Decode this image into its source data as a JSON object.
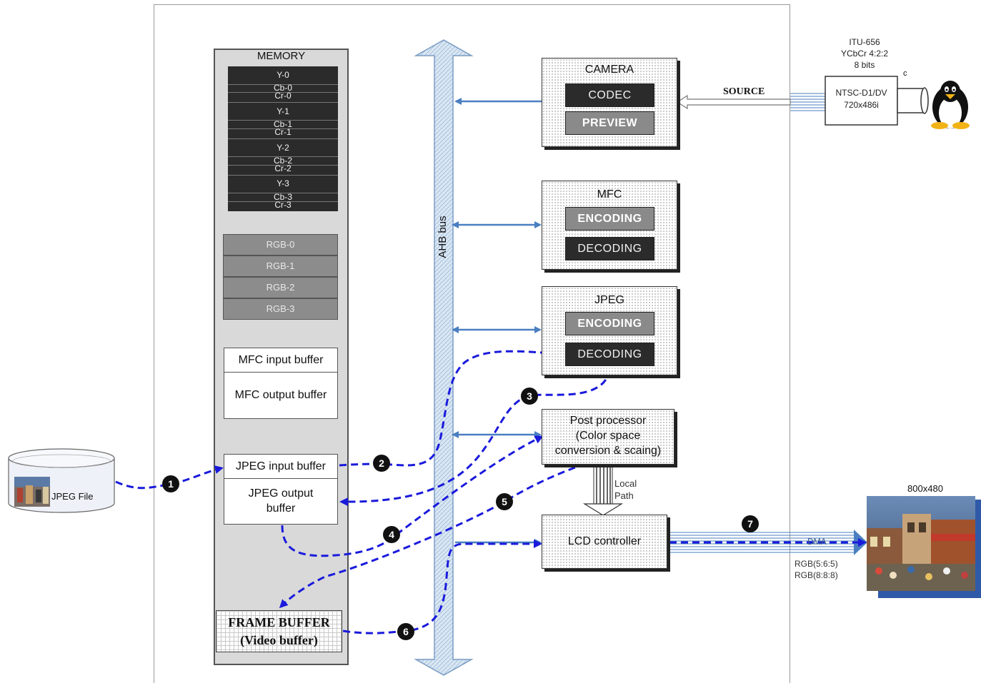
{
  "memory": {
    "title": "MEMORY",
    "yuv": [
      {
        "y": "Y-0",
        "cb": "Cb-0",
        "cr": "Cr-0"
      },
      {
        "y": "Y-1",
        "cb": "Cb-1",
        "cr": "Cr-1"
      },
      {
        "y": "Y-2",
        "cb": "Cb-2",
        "cr": "Cr-2"
      },
      {
        "y": "Y-3",
        "cb": "Cb-3",
        "cr": "Cr-3"
      }
    ],
    "rgb": [
      "RGB-0",
      "RGB-1",
      "RGB-2",
      "RGB-3"
    ],
    "mfc_input_buffer": "MFC input buffer",
    "mfc_output_buffer": "MFC output buffer",
    "jpeg_input_buffer": "JPEG input buffer",
    "jpeg_output_buffer_line1": "JPEG output",
    "jpeg_output_buffer_line2": "buffer",
    "frame_buffer_line1": "FRAME BUFFER",
    "frame_buffer_line2": "(Video buffer)"
  },
  "bus": {
    "label": "AHB bus"
  },
  "camera": {
    "title": "CAMERA",
    "codec": "CODEC",
    "preview": "PREVIEW"
  },
  "mfc": {
    "title": "MFC",
    "encoding": "ENCODING",
    "decoding": "DECODING"
  },
  "jpeg": {
    "title": "JPEG",
    "encoding": "ENCODING",
    "decoding": "DECODING"
  },
  "post_processor": {
    "line1": "Post processor",
    "line2": "(Color space",
    "line3": "conversion & scaing)"
  },
  "local_path": {
    "line1": "Local",
    "line2": "Path"
  },
  "lcd": {
    "title": "LCD controller"
  },
  "source": {
    "label": "SOURCE"
  },
  "sensor": {
    "spec_line1": "ITU-656",
    "spec_line2": "YCbCr 4:2:2",
    "spec_line3": "8 bits",
    "box_line1": "NTSC-D1/DV",
    "box_line2": "720x486i",
    "corner_label": "c"
  },
  "jpeg_file": {
    "label": "JPEG File"
  },
  "display": {
    "resolution": "800x480",
    "dma": "DMA",
    "format1": "RGB(5:6:5)",
    "format2": "RGB(8:8:8)"
  },
  "steps": [
    "1",
    "2",
    "3",
    "4",
    "5",
    "6",
    "7"
  ],
  "colors": {
    "flow": "#1a1adc",
    "bus_arrow": "#4a7fc1",
    "dark_block": "#2b2b2b",
    "gray_block": "#8a8a8a"
  }
}
